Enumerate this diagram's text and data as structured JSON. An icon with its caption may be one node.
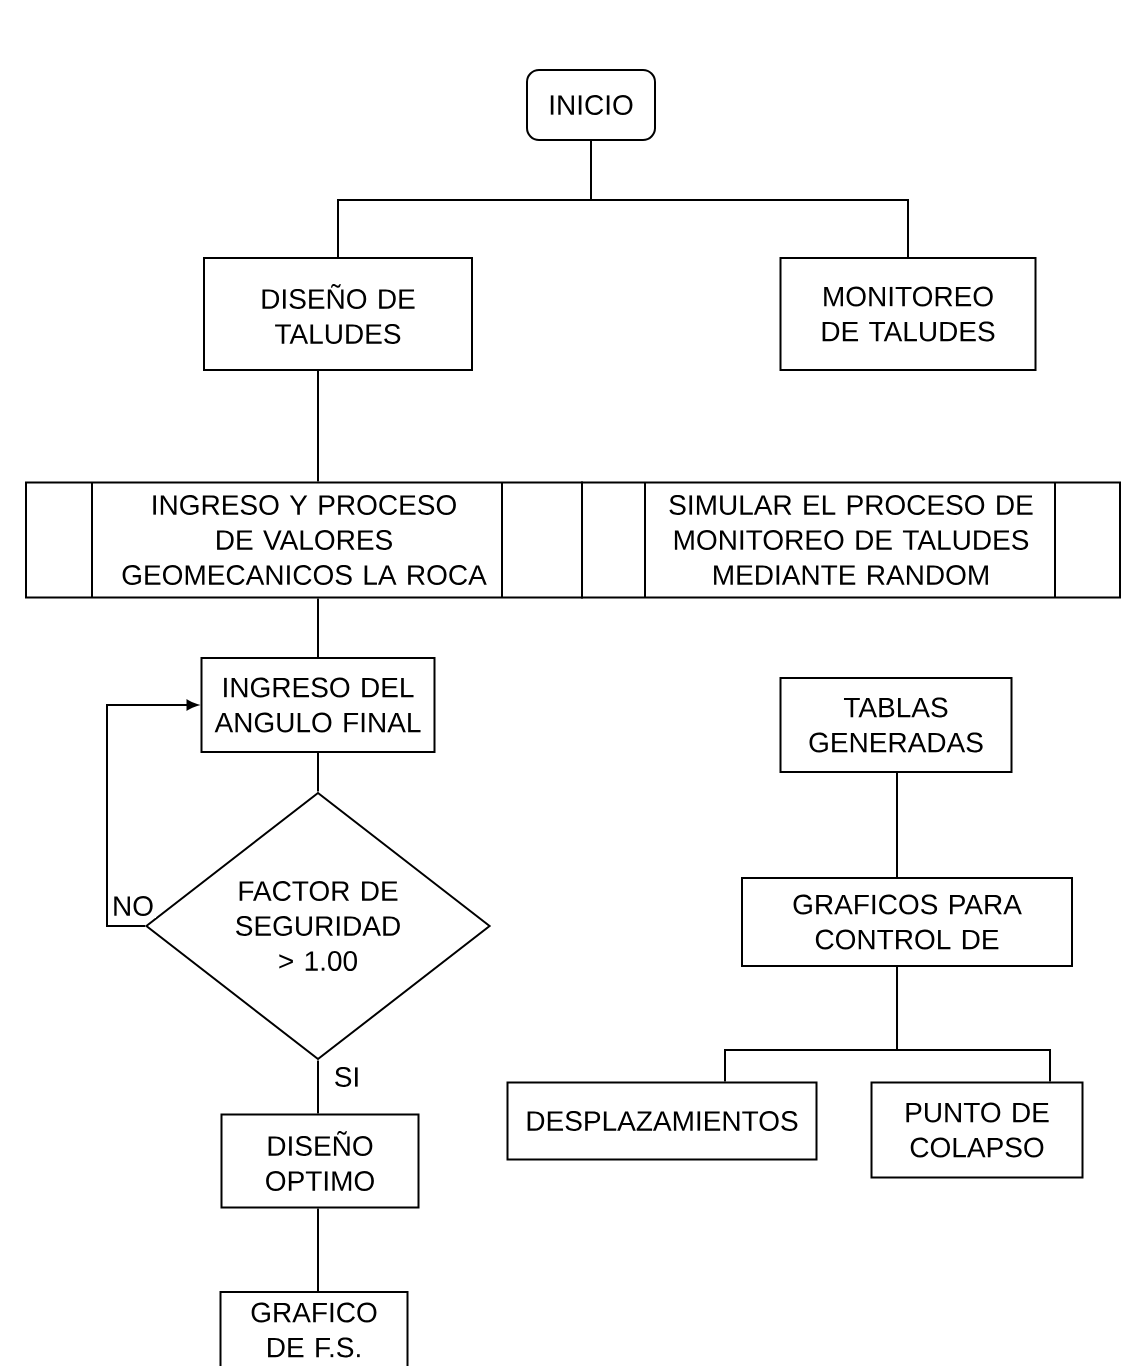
{
  "diagram": {
    "nodes": [
      {
        "text": [
          "INICIO"
        ]
      },
      {
        "text": [
          "DISEÑO DE TALUDES"
        ]
      },
      {
        "text": [
          "MONITOREO DE TALUDES"
        ]
      },
      {
        "text": [
          "INGRESO Y PROCESO DE VALORES GEOMECANICOS LA ROCA"
        ]
      },
      {
        "text": [
          "SIMULAR EL PROCESO DE MONITOREO DE TALUDES MEDIANTE RANDOM"
        ]
      },
      {
        "text": [
          "INGRESO DEL ANGULO FINAL"
        ]
      },
      {
        "text": [
          "TABLAS GENERADAS"
        ]
      },
      {
        "text": [
          "FACTOR DE SEGURIDAD > 1.00"
        ]
      },
      {
        "text": [
          "GRAFICOS PARA CONTROL DE"
        ]
      },
      {
        "text": [
          "DISEÑO OPTIMO"
        ]
      },
      {
        "text": [
          "DESPLAZAMIENTOS"
        ]
      },
      {
        "text": [
          "PUNTO DE COLAPSO"
        ]
      },
      {
        "text": [
          "GRAFICO DE F.S."
        ]
      }
    ],
    "edges": [
      {
        "from": 0,
        "to": 1,
        "arrow": "none"
      },
      {
        "from": 0,
        "to": 2,
        "arrow": "none"
      },
      {
        "from": 1,
        "to": 3,
        "arrow": "none"
      },
      {
        "from": 3,
        "to": 5,
        "arrow": "none"
      },
      {
        "from": 5,
        "to": 7,
        "arrow": "none"
      },
      {
        "from": 7,
        "to": 5,
        "arrow": "to",
        "label": "NO"
      },
      {
        "from": 7,
        "to": 9,
        "arrow": "none",
        "label": "SI"
      },
      {
        "from": 9,
        "to": 12,
        "arrow": "none"
      },
      {
        "from": 6,
        "to": 8,
        "arrow": "none"
      },
      {
        "from": 8,
        "to": 10,
        "arrow": "none"
      },
      {
        "from": 8,
        "to": 11,
        "arrow": "none"
      }
    ]
  }
}
